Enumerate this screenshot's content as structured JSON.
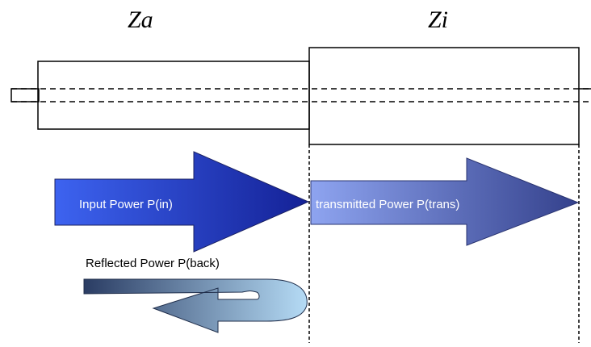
{
  "impedance_labels": {
    "left": "Za",
    "right": "Zi"
  },
  "power_labels": {
    "input": "Input Power  P(in)",
    "transmitted": "transmitted Power P(trans)",
    "reflected": "Reflected Power P(back)"
  },
  "colors": {
    "input_arrow_dark": "#1a2ea8",
    "input_arrow_light": "#3d63f0",
    "transmitted_arrow_dark": "#3a4796",
    "transmitted_arrow_light": "#8aa0ee",
    "reflected_arrow_dark": "#2b3f6a",
    "reflected_arrow_light": "#a9d2f2",
    "line": "#000000"
  }
}
